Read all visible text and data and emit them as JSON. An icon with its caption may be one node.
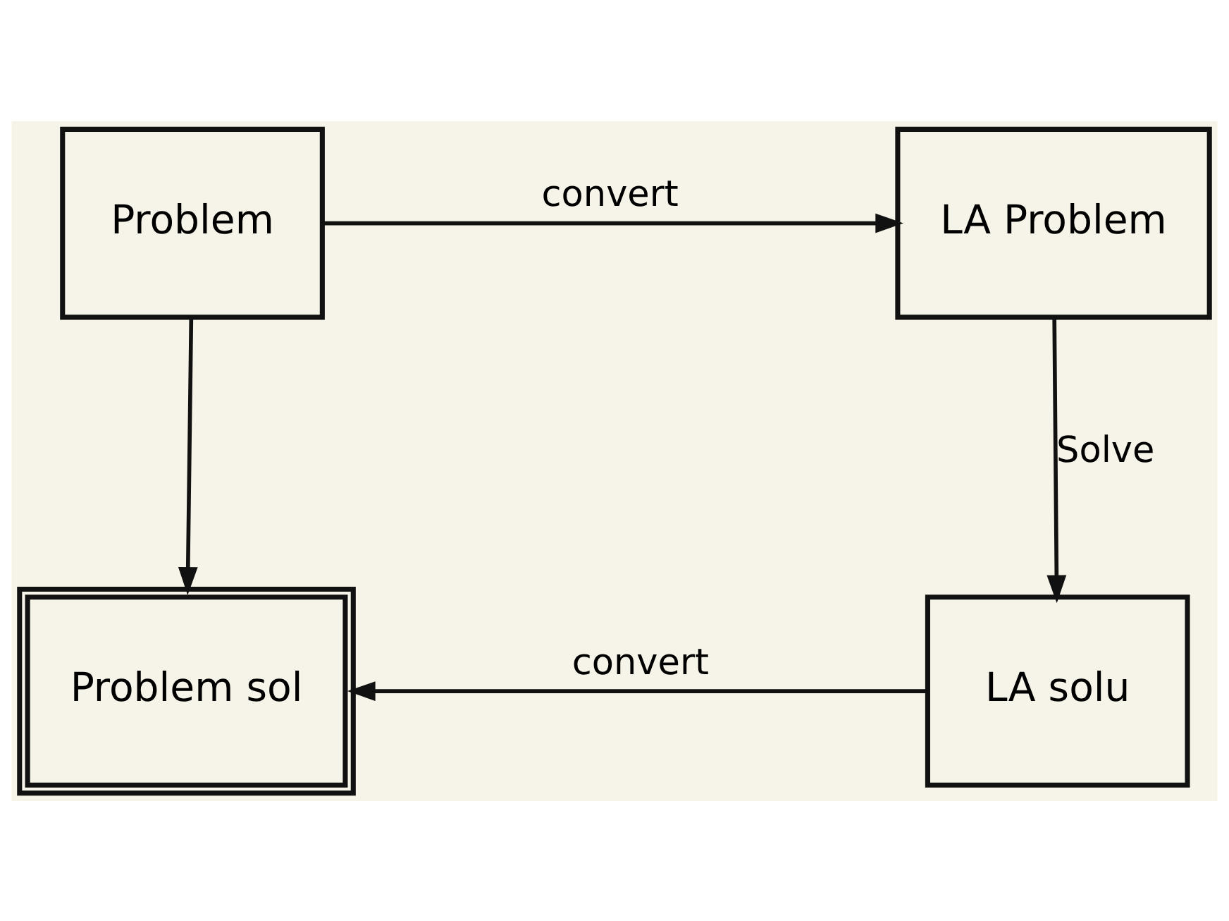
{
  "diagram": {
    "nodes": [
      {
        "text": [
          "Problem"
        ]
      },
      {
        "text": [
          "LA Problem"
        ]
      },
      {
        "text": [
          "LA solu"
        ]
      },
      {
        "text": [
          "Problem sol"
        ]
      }
    ],
    "edges": [
      {
        "from": 0,
        "to": 1,
        "arrow": "to",
        "label": "convert"
      },
      {
        "from": 1,
        "to": 2,
        "arrow": "to",
        "label": "Solve"
      },
      {
        "from": 2,
        "to": 3,
        "arrow": "to",
        "label": "convert"
      },
      {
        "from": 0,
        "to": 3,
        "arrow": "to"
      }
    ]
  }
}
